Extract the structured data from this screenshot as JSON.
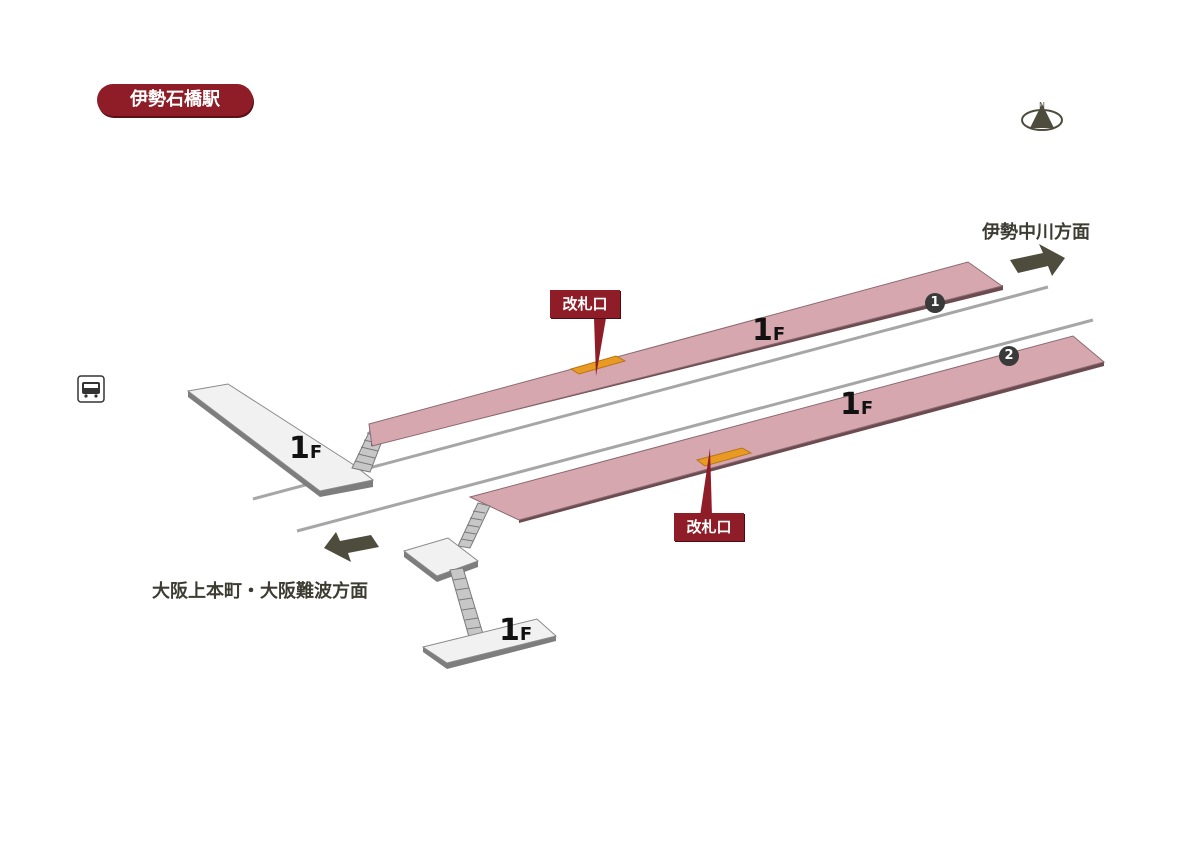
{
  "station_name": "伊勢石橋駅",
  "directions": {
    "northeast": "伊勢中川方面",
    "southwest": "大阪上本町・大阪難波方面"
  },
  "ticket_gate_label": "改札口",
  "floor_labels": {
    "platform_1": {
      "num": "1",
      "unit": "F"
    },
    "platform_2": {
      "num": "1",
      "unit": "F"
    },
    "entrance_left": {
      "num": "1",
      "unit": "F"
    },
    "entrance_bottom": {
      "num": "1",
      "unit": "F"
    }
  },
  "platform_numbers": [
    "1",
    "2"
  ],
  "icons": {
    "north": "north-compass-icon",
    "bus": "bus-stop-icon"
  },
  "colors": {
    "station_red": "#8f1d27",
    "platform_pink": "#d7a7b0",
    "gate_orange": "#e89a23",
    "arrow_olive": "#4e4c3c",
    "track_gray": "#a6a6a6",
    "stair_gray": "#b8b8b8"
  }
}
